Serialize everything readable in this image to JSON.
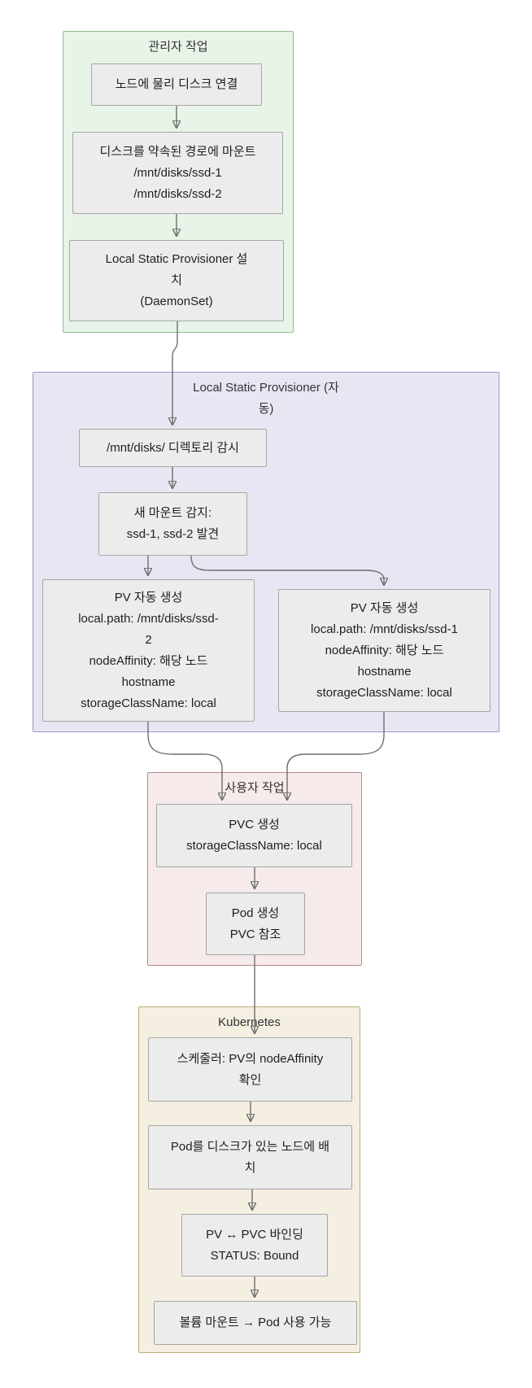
{
  "groups": {
    "admin": {
      "title": "관리자 작업"
    },
    "provisioner": {
      "title_lines": [
        "Local Static Provisioner (자",
        "동)"
      ]
    },
    "user": {
      "title": "사용자 작업"
    },
    "kubernetes": {
      "title": "Kubernetes"
    }
  },
  "nodes": {
    "attach_disk": {
      "lines": [
        "노드에 물리 디스크 연결"
      ]
    },
    "mount_paths": {
      "lines": [
        "디스크를 약속된 경로에 마운트",
        "/mnt/disks/ssd-1",
        "/mnt/disks/ssd-2"
      ]
    },
    "install_provisioner": {
      "lines": [
        "Local Static Provisioner 설",
        "치",
        "(DaemonSet)"
      ]
    },
    "watch_directory": {
      "lines": [
        "/mnt/disks/ 디렉토리 감시"
      ]
    },
    "detect_mounts": {
      "lines": [
        "새 마운트 감지:",
        "ssd-1, ssd-2 발견"
      ]
    },
    "pv_ssd2": {
      "lines": [
        "PV 자동 생성",
        "local.path: /mnt/disks/ssd-",
        "2",
        "nodeAffinity: 해당 노드",
        "hostname",
        "storageClassName: local"
      ]
    },
    "pv_ssd1": {
      "lines": [
        "PV 자동 생성",
        "local.path: /mnt/disks/ssd-1",
        "nodeAffinity: 해당 노드",
        "hostname",
        "storageClassName: local"
      ]
    },
    "create_pvc": {
      "lines": [
        "PVC 생성",
        "storageClassName: local"
      ]
    },
    "create_pod": {
      "lines": [
        "Pod 생성",
        "PVC 참조"
      ]
    },
    "scheduler_check": {
      "lines": [
        "스케줄러: PV의 nodeAffinity",
        "확인"
      ]
    },
    "place_pod": {
      "lines": [
        "Pod를 디스크가 있는 노드에 배",
        "치"
      ]
    },
    "pv_pvc_binding": {
      "lines": [
        "PV ↔ PVC 바인딩",
        "STATUS: Bound"
      ]
    },
    "volume_ready": {
      "lines": [
        "볼륨 마운트 → Pod 사용 가능"
      ]
    }
  },
  "colors": {
    "admin_fill": "#e9f4e9",
    "admin_stroke": "#8fbf8f",
    "provisioner_fill": "#e7e7f4",
    "provisioner_stroke": "#9a9ac6",
    "user_fill": "#f7eaea",
    "user_stroke": "#b38989",
    "kubernetes_fill": "#f5efe2",
    "kubernetes_stroke": "#bcae7c",
    "node_fill": "#ececec",
    "node_stroke": "#a6a6a6",
    "edge": "#6e6e6e",
    "text": "#1f1f1f"
  }
}
